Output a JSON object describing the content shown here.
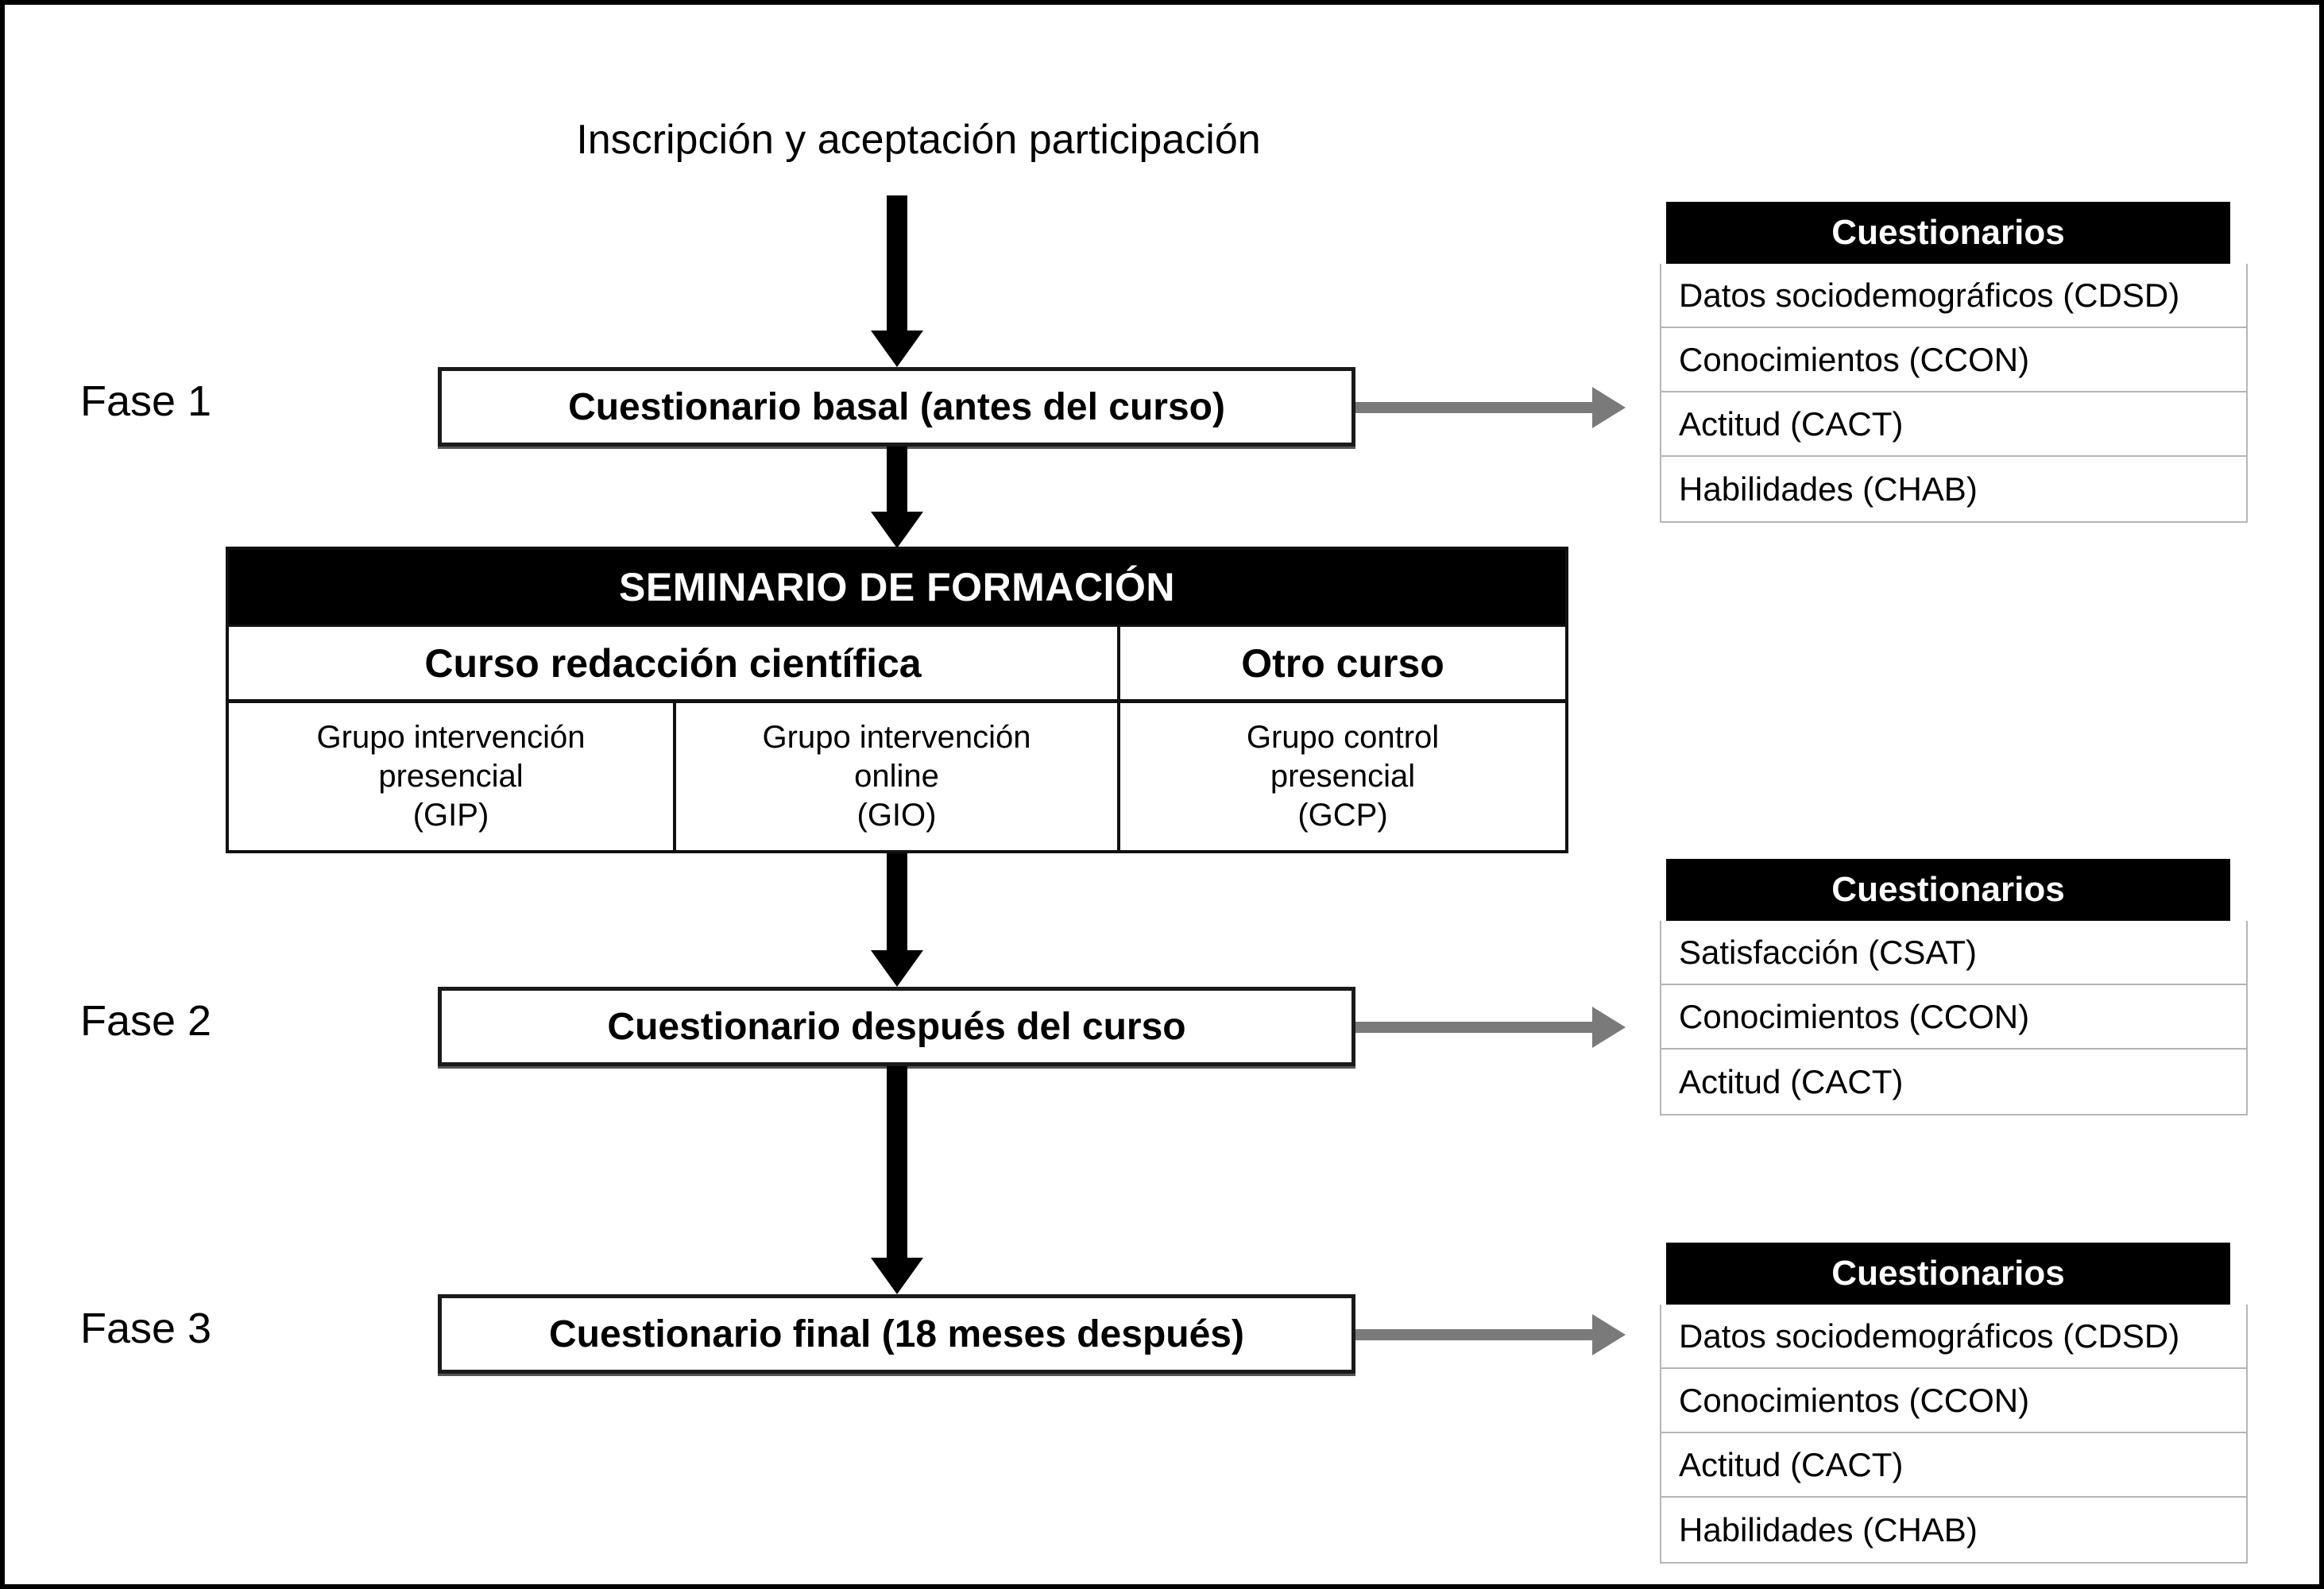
{
  "figure": {
    "top_title": "Inscripción y aceptación participación"
  },
  "phases": [
    {
      "label": "Fase 1",
      "box_text": "Cuestionario basal (antes del curso)"
    },
    {
      "label": "Fase 2",
      "box_text": "Cuestionario después del curso"
    },
    {
      "label": "Fase 3",
      "box_text": "Cuestionario final (18 meses después)"
    }
  ],
  "seminar": {
    "header": "SEMINARIO DE FORMACIÓN",
    "courses": [
      {
        "name": "Curso redacción científica"
      },
      {
        "name": "Otro curso"
      }
    ],
    "groups": [
      {
        "lines": [
          "Grupo intervención",
          "presencial",
          "(GIP)"
        ]
      },
      {
        "lines": [
          "Grupo intervención",
          "online",
          "(GIO)"
        ]
      },
      {
        "lines": [
          "Grupo control",
          "presencial",
          "(GCP)"
        ]
      }
    ]
  },
  "questionnaire_tables": [
    {
      "header": "Cuestionarios",
      "rows": [
        "Datos sociodemográficos (CDSD)",
        "Conocimientos (CCON)",
        "Actitud (CACT)",
        "Habilidades (CHAB)"
      ]
    },
    {
      "header": "Cuestionarios",
      "rows": [
        "Satisfacción (CSAT)",
        "Conocimientos (CCON)",
        "Actitud (CACT)"
      ]
    },
    {
      "header": "Cuestionarios",
      "rows": [
        "Datos sociodemográficos (CDSD)",
        "Conocimientos (CCON)",
        "Actitud (CACT)",
        "Habilidades (CHAB)"
      ]
    }
  ],
  "colors": {
    "header_bg": "#000000",
    "header_text": "#ffffff",
    "box_border": "#1a1a1a",
    "flow_arrow": "#000000",
    "link_arrow": "#7a7a7a",
    "row_border": "#b5b5b5",
    "frame": "#000000"
  }
}
